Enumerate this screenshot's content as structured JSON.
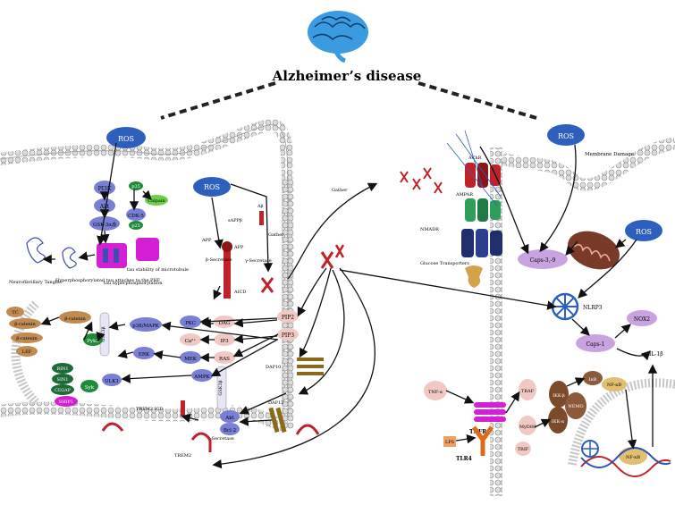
{
  "title": "Alzheimer’s disease",
  "labels": {
    "ros": "ROS",
    "pi3k": "PI3K",
    "akt": "Akt",
    "gsk3b": "GSK-3α/β",
    "p35": "p35",
    "calpain": "Calpain",
    "cdk5": "CDK-5",
    "p25": "p25",
    "tau_stability": "tau stability of microtubule",
    "tau_hyper": "tau hyperphosphorylation",
    "nft": "Neurofibrillary Tangles",
    "phf": "Hyperphosphorylated tau attaches to the PHF",
    "sappb": "sAPPβ",
    "app": "APP",
    "bsec": "β-Secretase",
    "gsec": "γ-Secretase",
    "ab": "Aβ",
    "aicd": "AICD",
    "gather1": "Gather",
    "gather2": "Gather",
    "acr": "AChR",
    "ampar": "AMPAR",
    "nmadr": "NMADR",
    "glucose": "Glucose Transporters",
    "membrane_damage": "Membrane Damage",
    "casp39": "Caps-3,-9",
    "nlrp3": "NLRP3",
    "nox2": "NOX2",
    "caps1": "Caps-1",
    "il1b": "IL-1β",
    "pip2": "PIP2",
    "pip3": "PIP3",
    "pkc": "PKC",
    "dag": "DAG",
    "ca": "Ca²⁺",
    "ip3": "IP3",
    "erk": "ERK",
    "mek": "MEK",
    "ras": "RAS",
    "p38": "p38/MAPK",
    "gsk3b_v": "GSK3β",
    "gsk3b_v2": "GSK3β",
    "ampk": "AMPK",
    "akt2": "Akt",
    "bcl2": "Bcl-2",
    "ulk1": "ULK1",
    "syk": "Syk",
    "pyk2": "Pyk2",
    "bcat1": "β-catenin",
    "tc": "TC",
    "bcat2": "β-catenin",
    "bcat3": "β-catenin",
    "lef": "LEF",
    "bin1": "BIN1",
    "sin1": "SIN1",
    "cd2ap": "CD2AP",
    "ship1": "SHIP1",
    "dap10": "DAP10",
    "dap12": "DAP12",
    "trem2icd": "TREM2 ICD",
    "gsec2": "γ-Secretase",
    "trem2": "TREM2",
    "tnfa": "TNF-α",
    "traf": "TRAF",
    "tnfr": "TNFR",
    "lps": "LPS",
    "myd88": "MyD88",
    "trif": "TRIF",
    "tlr4": "TLR4",
    "ikkb": "IKK-β",
    "nemo": "NEMO",
    "ikka": "IKK-α",
    "ikb": "IκB",
    "nfkb1": "NF-κB",
    "nfkb2": "NF-κB"
  },
  "colors": {
    "membrane_head": "#d9d9d9",
    "cloud": "#2f5fbd",
    "node_purple": "#7a7fd6",
    "node_pink": "#f0c9c4",
    "node_green": "#1f8a3a",
    "node_magenta": "#d41fd4",
    "node_lavender": "#c9a3e0",
    "node_tan": "#c08a52",
    "receptor_red": "#c0222a",
    "receptor_green": "#2e9e5a",
    "receptor_navy": "#1f2f6e",
    "brain": "#2f8fd8"
  }
}
